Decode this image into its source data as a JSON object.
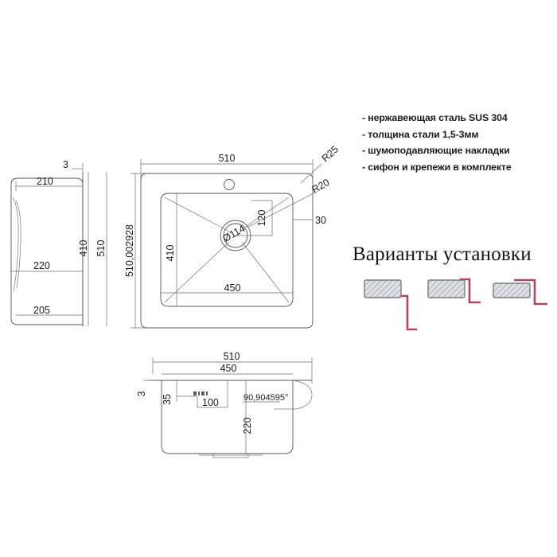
{
  "document": {
    "type": "technical-drawing",
    "subject": "kitchen-sink",
    "background_color": "#ffffff",
    "line_color": "#55555a",
    "text_color": "#1b1b1b",
    "accent_color": "#b0465f",
    "hatch_fill_color": "#c8cdd3"
  },
  "specs": {
    "items": [
      "- нержавеющая сталь SUS 304",
      "- толщина стали 1,5-3мм",
      "- шумоподавляющие накладки",
      "- сифон и крепежи в комплекте"
    ]
  },
  "install": {
    "heading": "Варианты установки",
    "variants": [
      {
        "name": "overmount",
        "label": ""
      },
      {
        "name": "flushmount",
        "label": ""
      },
      {
        "name": "undermount",
        "label": ""
      }
    ]
  },
  "side_view": {
    "name": "left-side-view",
    "dimensions": {
      "thickness": "3",
      "top_width": "210",
      "mid_width": "220",
      "bottom_width": "205",
      "inner_height": "410",
      "outer_height": "510"
    }
  },
  "top_view": {
    "name": "top-view",
    "dimensions": {
      "width": "510",
      "height": "510,002928",
      "bowl_height": "410",
      "bowl_width": "450",
      "drain_diameter": "Ø114",
      "drain_offset": "120",
      "edge_margin": "30",
      "corner_radius_outer": "R25",
      "corner_radius_inner": "R20"
    }
  },
  "front_view": {
    "name": "front-view",
    "dimensions": {
      "width": "510",
      "bowl_width": "450",
      "thickness": "3",
      "lip_height": "35",
      "lip_offset": "100",
      "depth": "220",
      "angle": "90,904595°"
    }
  }
}
